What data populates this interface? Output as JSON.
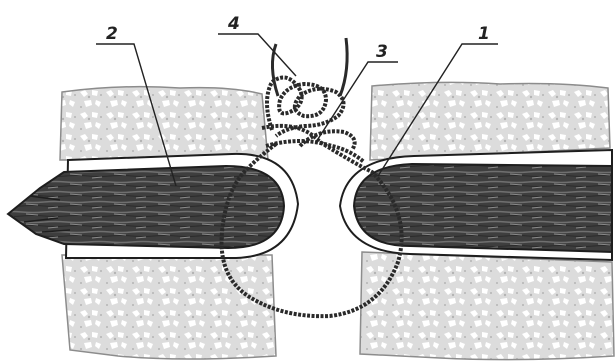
{
  "callouts": [
    {
      "id": "1",
      "label": "1",
      "target": "right-nerve-stump"
    },
    {
      "id": "2",
      "label": "2",
      "target": "left-nerve-stump"
    },
    {
      "id": "3",
      "label": "3",
      "target": "suture-thread"
    },
    {
      "id": "4",
      "label": "4",
      "target": "surgical-knot"
    }
  ],
  "colors": {
    "tissue_fill": "#dcdcdc",
    "tissue_speckle": "#ffffff",
    "tissue_edge": "#8c8c8c",
    "nerve_fill": "#3e3e3e",
    "nerve_fiber": "#6f6f6f",
    "sheath": "#ffffff",
    "outline": "#1e1e1e",
    "suture": "#2a2a2a",
    "background": "#ffffff"
  }
}
